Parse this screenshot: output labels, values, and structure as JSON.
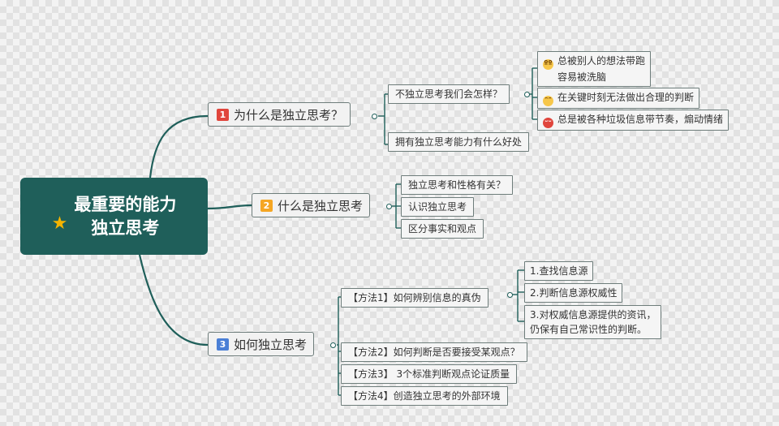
{
  "root": {
    "line1": "最重要的能力",
    "line2": "独立思考",
    "icon": "star-icon"
  },
  "branch1": {
    "num": "1",
    "num_color": "#e0453c",
    "label": "为什么是独立思考？",
    "sub1": {
      "label": "不独立思考我们会怎样？",
      "leaf1": {
        "line1": "总被别人的想法带跑",
        "line2": "容易被洗脑",
        "icon": "dizzy-face-icon"
      },
      "leaf2": {
        "label": "在关键时刻无法做出合理的判断",
        "icon": "crying-face-icon"
      },
      "leaf3": {
        "label": "总是被各种垃圾信息带节奏，煽动情绪",
        "icon": "angry-face-icon"
      }
    },
    "sub2": {
      "label": "拥有独立思考能力有什么好处"
    }
  },
  "branch2": {
    "num": "2",
    "num_color": "#f5a623",
    "label": "什么是独立思考",
    "items": [
      "独立思考和性格有关？",
      "认识独立思考",
      "区分事实和观点"
    ]
  },
  "branch3": {
    "num": "3",
    "num_color": "#4a7fd6",
    "label": "如何独立思考",
    "method1": {
      "label": "【方法1】如何辨别信息的真伪",
      "leaf1": "1.查找信息源",
      "leaf2": "2.判断信息源权威性",
      "leaf3_line1": "3.对权威信息源提供的资讯，",
      "leaf3_line2": "仍保有自己常识性的判断。"
    },
    "method2": "【方法2】如何判断是否要接受某观点？",
    "method3": "【方法3】 3个标准判断观点论证质量",
    "method4": "【方法4】创造独立思考的外部环境"
  },
  "colors": {
    "root_bg": "#1f5f5a",
    "line": "#1f5f5a",
    "star": "#f5b301"
  }
}
